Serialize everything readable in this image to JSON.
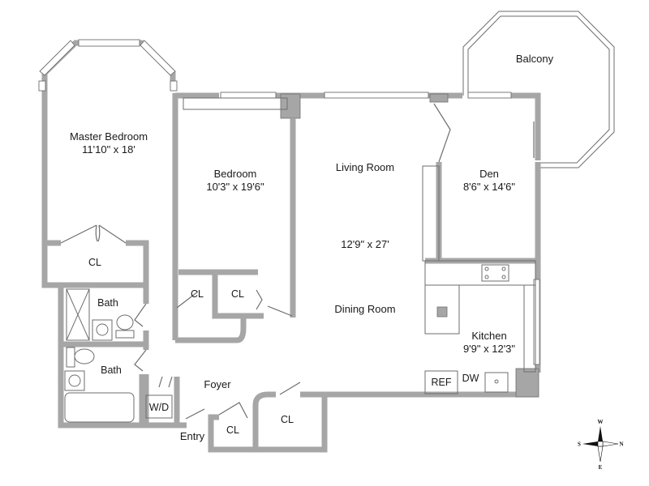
{
  "plan": {
    "rooms": [
      {
        "id": "master-bedroom",
        "name": "Master Bedroom",
        "dims": "11'10\" x 18'"
      },
      {
        "id": "bedroom",
        "name": "Bedroom",
        "dims": "10'3\" x 19'6\""
      },
      {
        "id": "living-room",
        "name": "Living Room",
        "dims": "12'9\" x 27'"
      },
      {
        "id": "dining-room",
        "name": "Dining Room",
        "dims": ""
      },
      {
        "id": "den",
        "name": "Den",
        "dims": "8'6\" x 14'6\""
      },
      {
        "id": "kitchen",
        "name": "Kitchen",
        "dims": "9'9\" x 12'3\""
      },
      {
        "id": "balcony",
        "name": "Balcony",
        "dims": ""
      },
      {
        "id": "foyer",
        "name": "Foyer",
        "dims": ""
      },
      {
        "id": "entry",
        "name": "Entry",
        "dims": ""
      },
      {
        "id": "bath-1",
        "name": "Bath",
        "dims": ""
      },
      {
        "id": "bath-2",
        "name": "Bath",
        "dims": ""
      }
    ],
    "closets": [
      "CL",
      "CL",
      "CL",
      "CL",
      "CL"
    ],
    "appliances": {
      "refrigerator": "REF",
      "dishwasher": "DW",
      "washer_dryer": "W/D"
    },
    "compass": {
      "top": "W",
      "bottom": "E",
      "left": "S",
      "right": "N"
    },
    "colors": {
      "wall": "#a6a6a6",
      "wall_outline": "#6e6e6e",
      "background": "#ffffff",
      "text": "#1a1a1a"
    }
  }
}
